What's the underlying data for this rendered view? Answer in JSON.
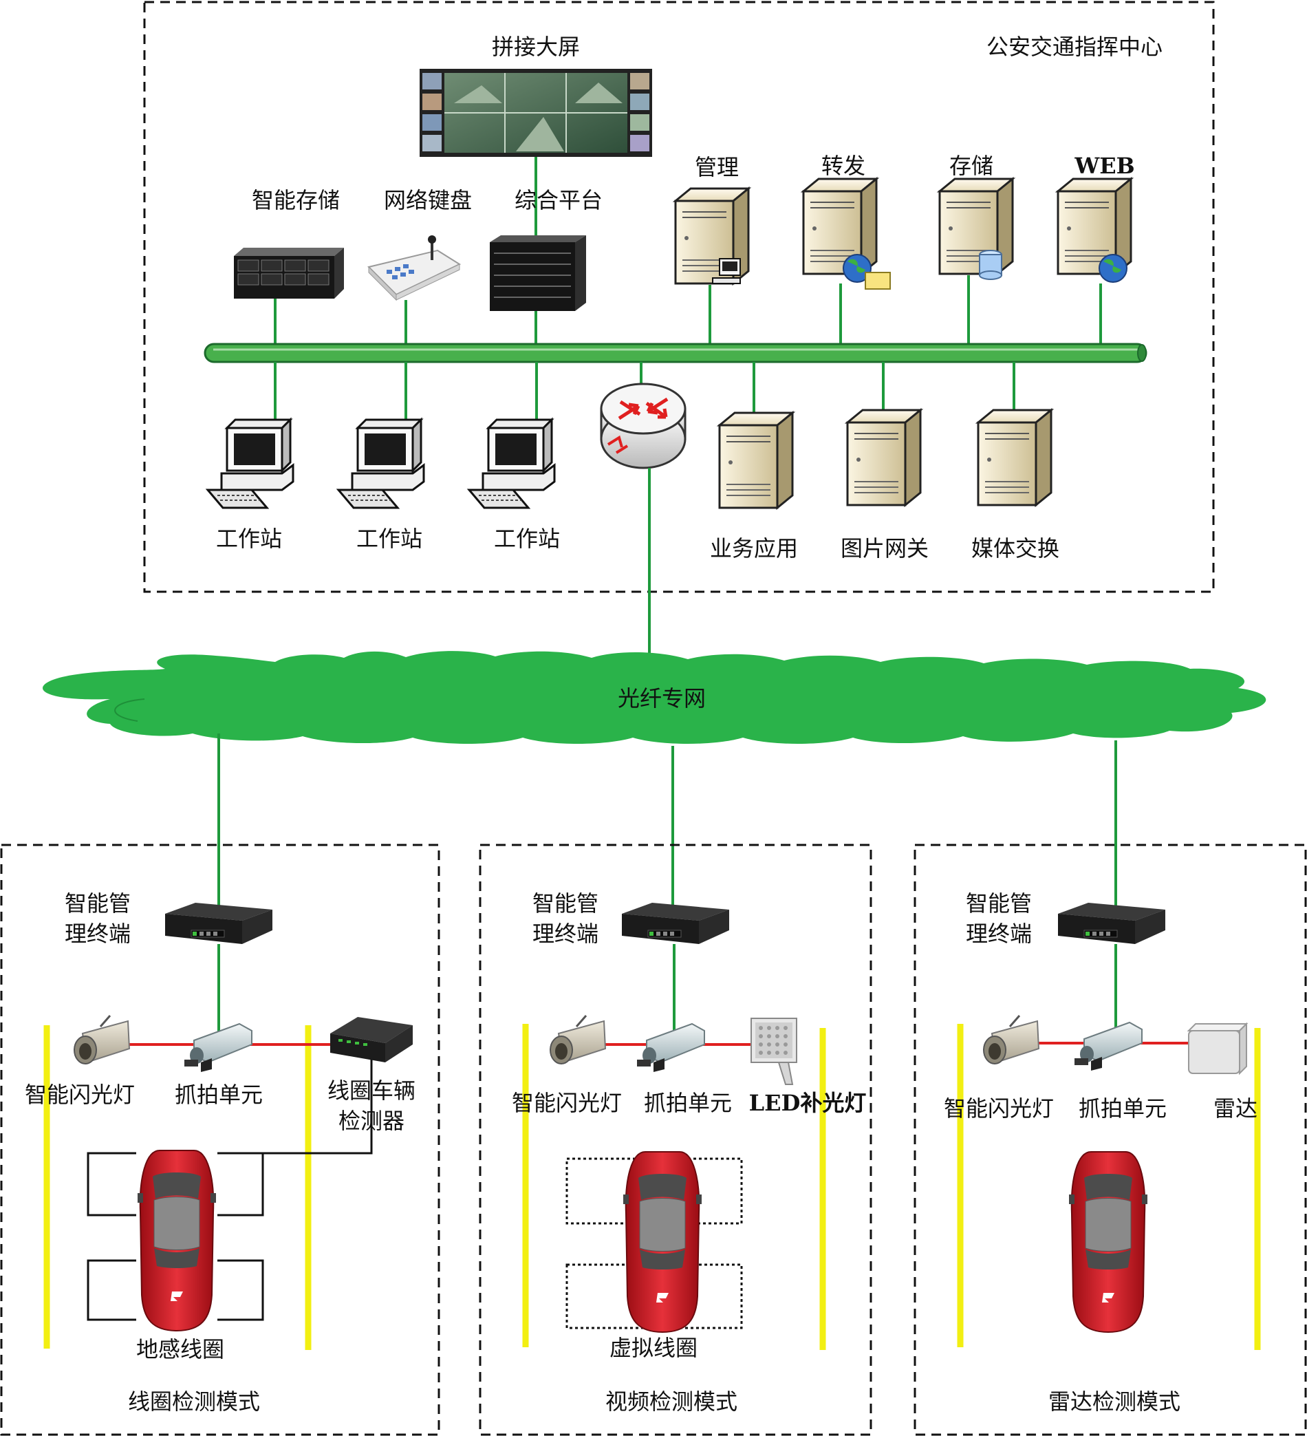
{
  "center": {
    "title": "公安交通指挥中心",
    "video_wall_label": "拼接大屏",
    "devices": {
      "smart_storage": "智能存储",
      "network_keyboard": "网络键盘",
      "integrated_platform": "综合平台"
    },
    "servers_top": [
      "管理",
      "转发",
      "存储",
      "WEB"
    ],
    "workstations": [
      "工作站",
      "工作站",
      "工作站"
    ],
    "servers_bottom": [
      "业务应用",
      "图片网关",
      "媒体交换"
    ]
  },
  "network": {
    "cloud_label": "光纤专网"
  },
  "sites": [
    {
      "terminal_label_1": "智能管",
      "terminal_label_2": "理终端",
      "flash_label": "智能闪光灯",
      "capture_label": "抓拍单元",
      "extra_label_1": "线圈车辆",
      "extra_label_2": "检测器",
      "loop_label": "地感线圈",
      "mode_label": "线圈检测模式"
    },
    {
      "terminal_label_1": "智能管",
      "terminal_label_2": "理终端",
      "flash_label": "智能闪光灯",
      "capture_label": "抓拍单元",
      "extra_label_1": "LED补光灯",
      "loop_label": "虚拟线圈",
      "mode_label": "视频检测模式"
    },
    {
      "terminal_label_1": "智能管",
      "terminal_label_2": "理终端",
      "flash_label": "智能闪光灯",
      "capture_label": "抓拍单元",
      "extra_label_1": "雷达",
      "mode_label": "雷达检测模式"
    }
  ],
  "colors": {
    "link": "#1e9a3c",
    "bus": "#48b04c",
    "cloud": "#2ab34a",
    "trigger": "#e02020",
    "lane": "#f2ef12",
    "car": "#d8202a"
  }
}
